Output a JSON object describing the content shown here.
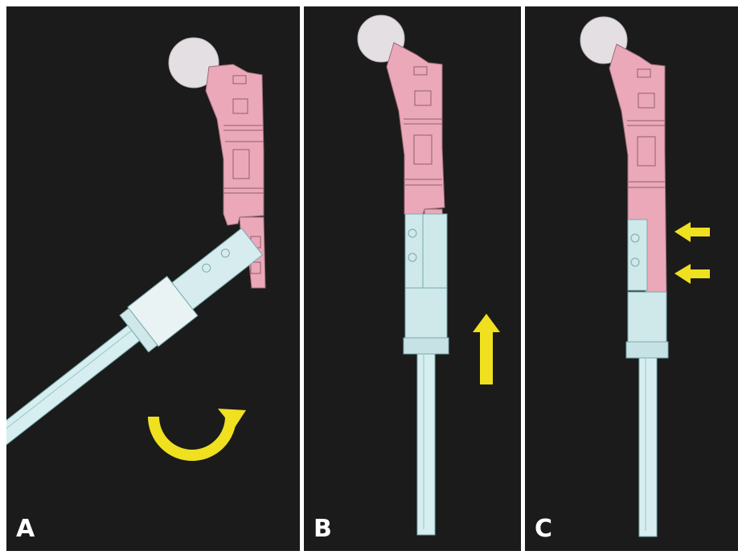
{
  "panels": [
    {
      "label": "A"
    },
    {
      "label": "B"
    },
    {
      "label": "C"
    }
  ],
  "colors": {
    "background": "#1b1b1b",
    "femoral_pink": "#eba8b9",
    "stem_blue": "#cfe8ea",
    "head_gray": "#e3dfe3",
    "arrow_yellow": "#efe020"
  }
}
